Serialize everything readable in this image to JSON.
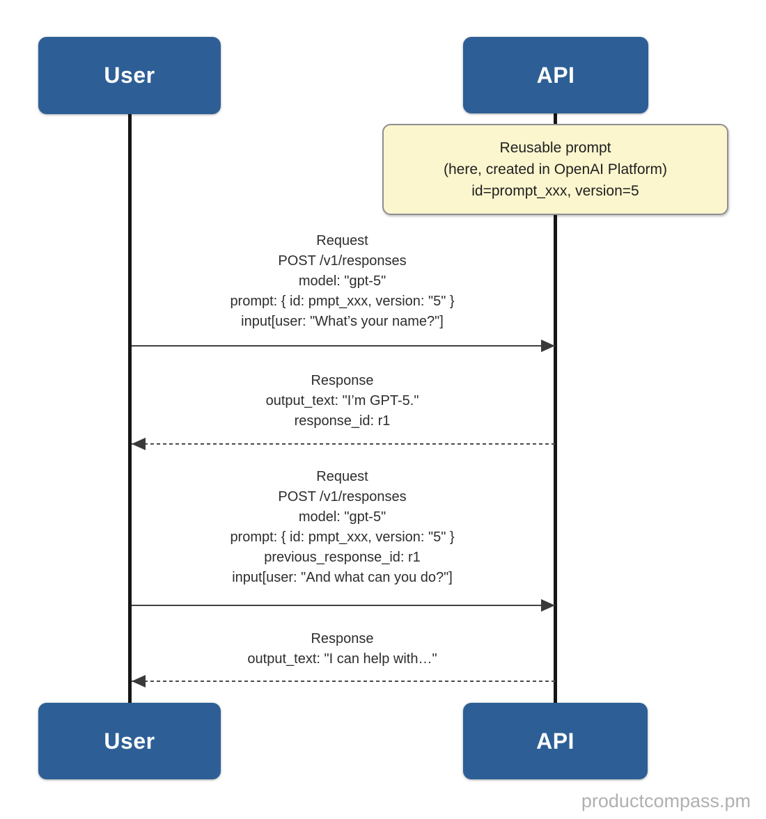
{
  "actors": {
    "user_label": "User",
    "api_label": "API"
  },
  "note": {
    "lines": [
      "Reusable prompt",
      "(here, created in OpenAI Platform)",
      "id=prompt_xxx, version=5"
    ]
  },
  "messages": [
    {
      "type": "request",
      "direction": "user-to-api",
      "line_style": "solid",
      "lines": [
        "Request",
        "POST /v1/responses",
        "model: \"gpt-5\"",
        "prompt: { id: pmpt_xxx, version: \"5\" }",
        "input[user: \"What’s your name?\"]"
      ]
    },
    {
      "type": "response",
      "direction": "api-to-user",
      "line_style": "dashed",
      "lines": [
        "Response",
        "output_text: \"I’m GPT-5.\"",
        "response_id: r1"
      ]
    },
    {
      "type": "request",
      "direction": "user-to-api",
      "line_style": "solid",
      "lines": [
        "Request",
        "POST /v1/responses",
        "model: \"gpt-5\"",
        "prompt: { id: pmpt_xxx, version: \"5\" }",
        "previous_response_id: r1",
        "input[user: \"And what can you do?\"]"
      ]
    },
    {
      "type": "response",
      "direction": "api-to-user",
      "line_style": "dashed",
      "lines": [
        "Response",
        "output_text: \"I can help with…\""
      ]
    }
  ],
  "watermark": "productcompass.pm",
  "colors": {
    "actor_fill": "#2d5f96",
    "actor_text": "#ffffff",
    "note_fill": "#fbf6ce",
    "note_border": "#8f8f8f",
    "lifeline": "#161616",
    "arrow": "#3a3a3a",
    "message_text": "#2d2d2d",
    "watermark_text": "#b0b0b0",
    "background": "#ffffff"
  }
}
